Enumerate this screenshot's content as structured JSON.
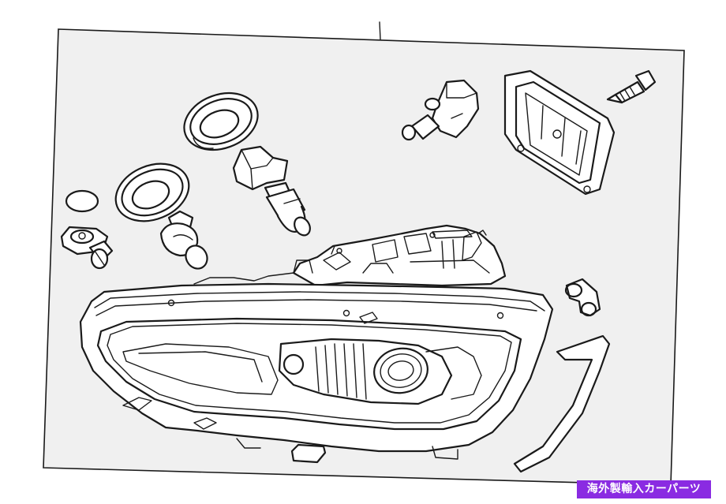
{
  "watermark": {
    "text": "海外製輸入カーパーツ",
    "background": "#8a2be2",
    "color": "#ffffff"
  },
  "diagram": {
    "panel_fill": "#f0f0f0",
    "line_color": "#1a1a1a",
    "parts": [
      "headlamp-assembly",
      "bulb-cap-upper",
      "bulb-cap-lower",
      "bulb-socket-upper",
      "bulb-socket-lower",
      "halogen-bulb",
      "gasket-ring",
      "side-marker-socket",
      "leveling-actuator",
      "control-module",
      "screw",
      "elbow-connector",
      "trim-strip"
    ]
  }
}
